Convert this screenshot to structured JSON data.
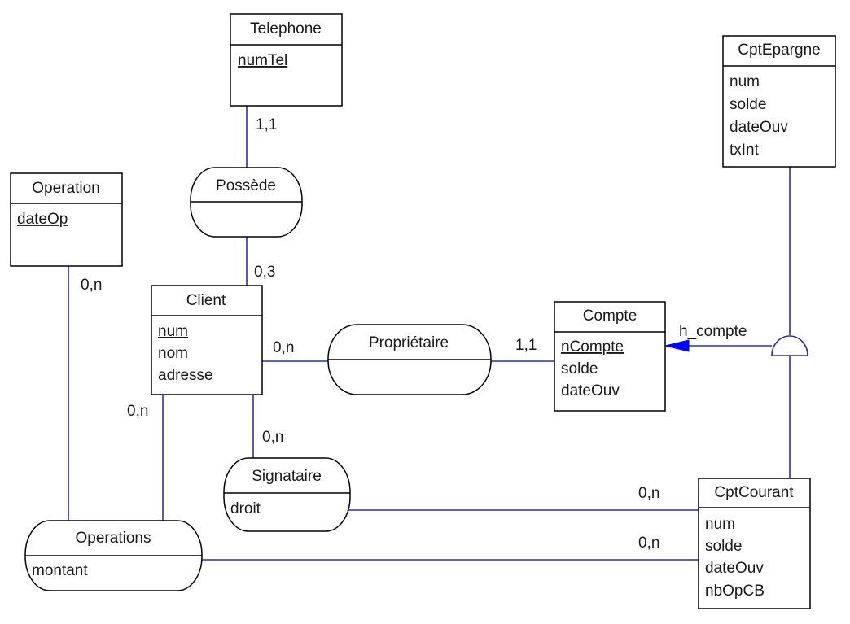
{
  "entities": {
    "telephone": {
      "name": "Telephone",
      "attributes": [
        {
          "text": "numTel",
          "key": true
        }
      ]
    },
    "operation": {
      "name": "Operation",
      "attributes": [
        {
          "text": "dateOp",
          "key": true
        }
      ]
    },
    "client": {
      "name": "Client",
      "attributes": [
        {
          "text": "num",
          "key": true
        },
        {
          "text": "nom",
          "key": false
        },
        {
          "text": "adresse",
          "key": false
        }
      ]
    },
    "compte": {
      "name": "Compte",
      "attributes": [
        {
          "text": "nCompte",
          "key": true
        },
        {
          "text": "solde",
          "key": false
        },
        {
          "text": "dateOuv",
          "key": false
        }
      ]
    },
    "cptepargne": {
      "name": "CptEpargne",
      "attributes": [
        {
          "text": "num",
          "key": false
        },
        {
          "text": "solde",
          "key": false
        },
        {
          "text": "dateOuv",
          "key": false
        },
        {
          "text": "txInt",
          "key": false
        }
      ]
    },
    "cptcourant": {
      "name": "CptCourant",
      "attributes": [
        {
          "text": "num",
          "key": false
        },
        {
          "text": "solde",
          "key": false
        },
        {
          "text": "dateOuv",
          "key": false
        },
        {
          "text": "nbOpCB",
          "key": false
        }
      ]
    }
  },
  "relations": {
    "possede": {
      "name": "Possède",
      "attributes": []
    },
    "proprietaire": {
      "name": "Propriétaire",
      "attributes": []
    },
    "signataire": {
      "name": "Signataire",
      "attributes": [
        "droit"
      ]
    },
    "operations": {
      "name": "Operations",
      "attributes": [
        "montant"
      ]
    }
  },
  "inheritance": {
    "label": "h_compte",
    "parent": "Compte",
    "children": [
      "CptEpargne",
      "CptCourant"
    ]
  },
  "cardinalities": {
    "telephone_possede": "1,1",
    "client_possede": "0,3",
    "client_proprietaire": "0,n",
    "compte_proprietaire": "1,1",
    "client_signataire": "0,n",
    "cptcourant_signataire": "0,n",
    "operation_operations": "0,n",
    "client_operations": "0,n",
    "cptcourant_operations": "0,n"
  },
  "colors": {
    "link": "#2b2bb8",
    "arrow": "#0000ff",
    "outline": "#000000"
  }
}
